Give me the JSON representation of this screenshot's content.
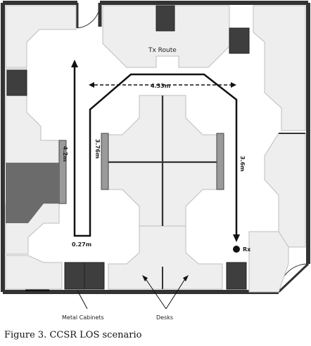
{
  "labels": {
    "tx_route": "Tx Route",
    "dist_horizontal": "4.33m",
    "dist_left_mid": "3.76m",
    "dist_right": "3.6m",
    "dist_left_wall": "4.2m",
    "dist_bottom": "0.27m",
    "rx": "Rx",
    "metal_cabinets": "Metal Cabinets",
    "desks": "Desks"
  },
  "caption": "Figure 3.   CCSR LOS scenario",
  "colors": {
    "wall": "#333333",
    "desk_fill": "#eeeeee",
    "desk_stroke": "#bdbdbd",
    "cabinet": "#3e3e3e",
    "dark_area": "#6b6b6b",
    "route": "#111111"
  }
}
